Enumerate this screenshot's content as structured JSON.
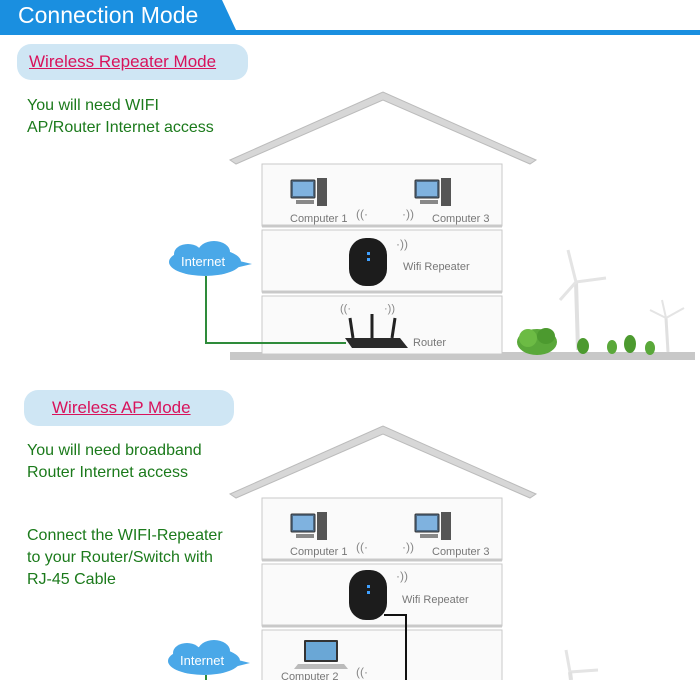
{
  "header": {
    "title": "Connection Mode"
  },
  "repeater_mode": {
    "label": "Wireless Repeater Mode",
    "need_line1": "You will need WIFI",
    "need_line2": "AP/Router Internet access",
    "diagram": {
      "computer1": "Computer 1",
      "computer3": "Computer 3",
      "wifi_repeater": "Wifi Repeater",
      "router": "Router",
      "internet": "Internet"
    }
  },
  "ap_mode": {
    "label": "Wireless AP Mode",
    "need_line1": "You will need broadband",
    "need_line2": "Router Internet access",
    "connect_line1": "Connect the WIFI-Repeater",
    "connect_line2": "to your Router/Switch with",
    "connect_line3": "RJ-45 Cable",
    "diagram": {
      "computer1": "Computer 1",
      "computer3": "Computer 3",
      "wifi_repeater": "Wifi Repeater",
      "computer2": "Computer 2",
      "internet": "Internet"
    }
  },
  "colors": {
    "header_blue": "#1a8fe0",
    "pill_bg": "#cfe6f4",
    "mode_label": "#d8125b",
    "green_text": "#1b7a1b",
    "cable_green": "#2e8b3a",
    "internet_cloud": "#4aa8e8"
  },
  "icons": [
    "desktop-computer-icon",
    "wifi-signal-icon",
    "repeater-device-icon",
    "router-icon",
    "laptop-icon",
    "internet-cloud-icon",
    "wind-turbine-icon",
    "tree-icon"
  ]
}
